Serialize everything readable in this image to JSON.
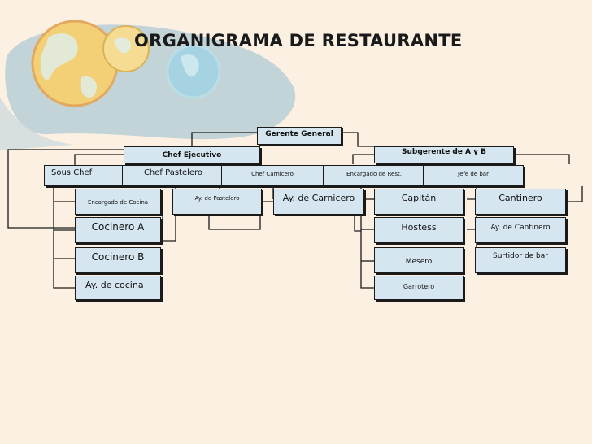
{
  "title": "ORGANIGRAMA DE RESTAURANTE",
  "colors": {
    "background": "#fbf0e1",
    "box_fill": "#d5e6f1",
    "line": "#1a1a1a",
    "map_blob": "#b9cfd6",
    "globe_yellow": "#f3cf76",
    "globe_blue": "#9ed3e4"
  },
  "nodes": {
    "gerente_general": "Gerente General",
    "chef_ejecutivo": "Chef Ejecutivo",
    "subgerente": "Subgerente de A y B",
    "sous_chef": "Sous Chef",
    "chef_pastelero": "Chef Pastelero",
    "chef_carnicero": "Chef Carnicero",
    "encargado_rest": "Encargado de Rest.",
    "jefe_bar": "Jefe de bar",
    "encargado_cocina": "Encargado de Cocina",
    "ay_pastelero": "Ay. de Pastelero",
    "ay_carnicero": "Ay. de Carnicero",
    "capitan": "Capitán",
    "cantinero": "Cantinero",
    "cocinero_a": "Cocinero A",
    "hostess": "Hostess",
    "ay_cantinero": "Ay. de Cantinero",
    "cocinero_b": "Cocinero B",
    "mesero": "Mesero",
    "surtidor_bar": "Surtidor de bar",
    "ay_cocina": "Ay. de cocina",
    "garrotero": "Garrotero"
  }
}
